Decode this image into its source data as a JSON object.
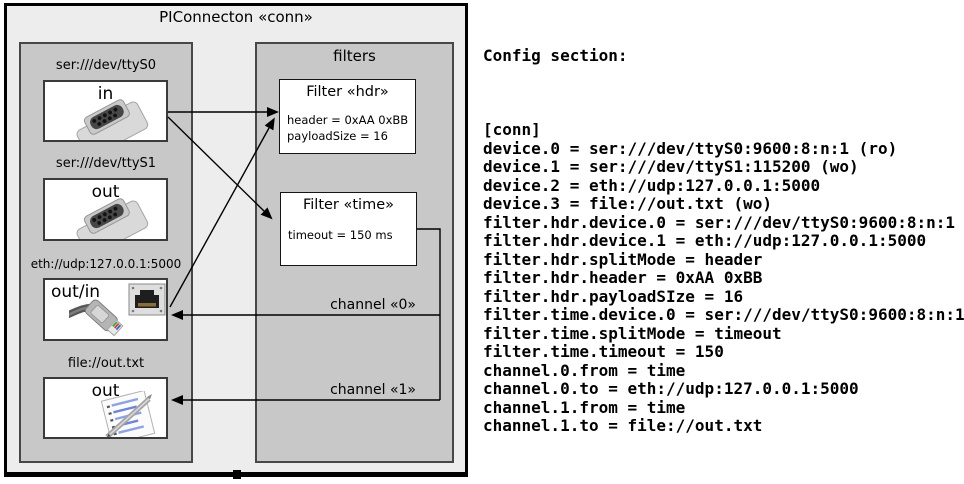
{
  "diagram": {
    "title": "PIConnecton «conn»",
    "filters_title": "filters",
    "devices": [
      {
        "label": "ser:///dev/ttyS0",
        "port": "in",
        "icon": "serial-connector-icon"
      },
      {
        "label": "ser:///dev/ttyS1",
        "port": "out",
        "icon": "serial-connector-icon"
      },
      {
        "label": "eth://udp:127.0.0.1:5000",
        "port": "out/in",
        "icon": "ethernet-connector-icon"
      },
      {
        "label": "file://out.txt",
        "port": "out",
        "icon": "notepad-pen-icon"
      }
    ],
    "filters": [
      {
        "title": "Filter «hdr»",
        "properties": [
          "header = 0xAA 0xBB",
          "payloadSize = 16"
        ]
      },
      {
        "title": "Filter «time»",
        "properties": [
          "timeout = 150 ms"
        ]
      }
    ],
    "channels": [
      {
        "label": "channel «0»"
      },
      {
        "label": "channel «1»"
      }
    ],
    "colors": {
      "outer_fill": "#ededed",
      "panel_fill": "#c8c8c8",
      "box_fill": "#ffffff",
      "line_color": "#000000"
    }
  },
  "config": {
    "heading": "Config section:",
    "lines": [
      "[conn]",
      "device.0 = ser:///dev/ttyS0:9600:8:n:1 (ro)",
      "device.1 = ser:///dev/ttyS1:115200 (wo)",
      "device.2 = eth://udp:127.0.0.1:5000",
      "device.3 = file://out.txt (wo)",
      "filter.hdr.device.0 = ser:///dev/ttyS0:9600:8:n:1",
      "filter.hdr.device.1 = eth://udp:127.0.0.1:5000",
      "filter.hdr.splitMode = header",
      "filter.hdr.header = 0xAA 0xBB",
      "filter.hdr.payloadSIze = 16",
      "filter.time.device.0 = ser:///dev/ttyS0:9600:8:n:1",
      "filter.time.splitMode = timeout",
      "filter.time.timeout = 150",
      "channel.0.from = time",
      "channel.0.to = eth://udp:127.0.0.1:5000",
      "channel.1.from = time",
      "channel.1.to = file://out.txt"
    ]
  }
}
